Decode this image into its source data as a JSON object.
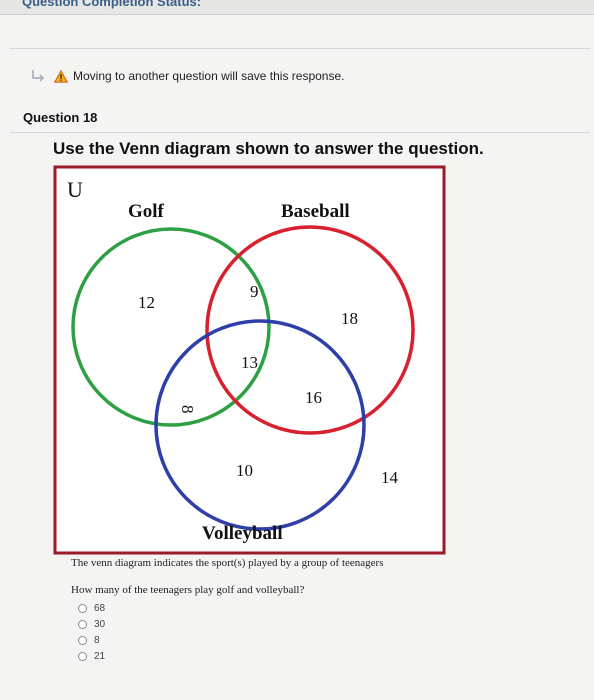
{
  "header": {
    "partial_label": "Question Completion Status:"
  },
  "warning": {
    "text": "Moving to another question will save this response."
  },
  "question": {
    "title": "Question 18",
    "prompt": "Use the Venn diagram shown to answer the question.",
    "caption": "The venn diagram indicates the sport(s) played by a group of teenagers",
    "sub_question": "How many of the teenagers play golf and volleyball?"
  },
  "venn": {
    "universe_label": "U",
    "sets": [
      {
        "name": "Golf",
        "color": "#2ea043"
      },
      {
        "name": "Baseball",
        "color": "#d8202f"
      },
      {
        "name": "Volleyball",
        "color": "#2f3fa8"
      }
    ],
    "regions": {
      "golf_only": "12",
      "golf_baseball_only": "9",
      "baseball_only": "18",
      "all_three": "13",
      "golf_volleyball_only": "8",
      "baseball_volleyball_only": "16",
      "volleyball_only": "10",
      "outside": "14"
    },
    "border_color": "#9b1b2a"
  },
  "options": [
    {
      "label": "68"
    },
    {
      "label": "30"
    },
    {
      "label": "8"
    },
    {
      "label": "21"
    }
  ]
}
